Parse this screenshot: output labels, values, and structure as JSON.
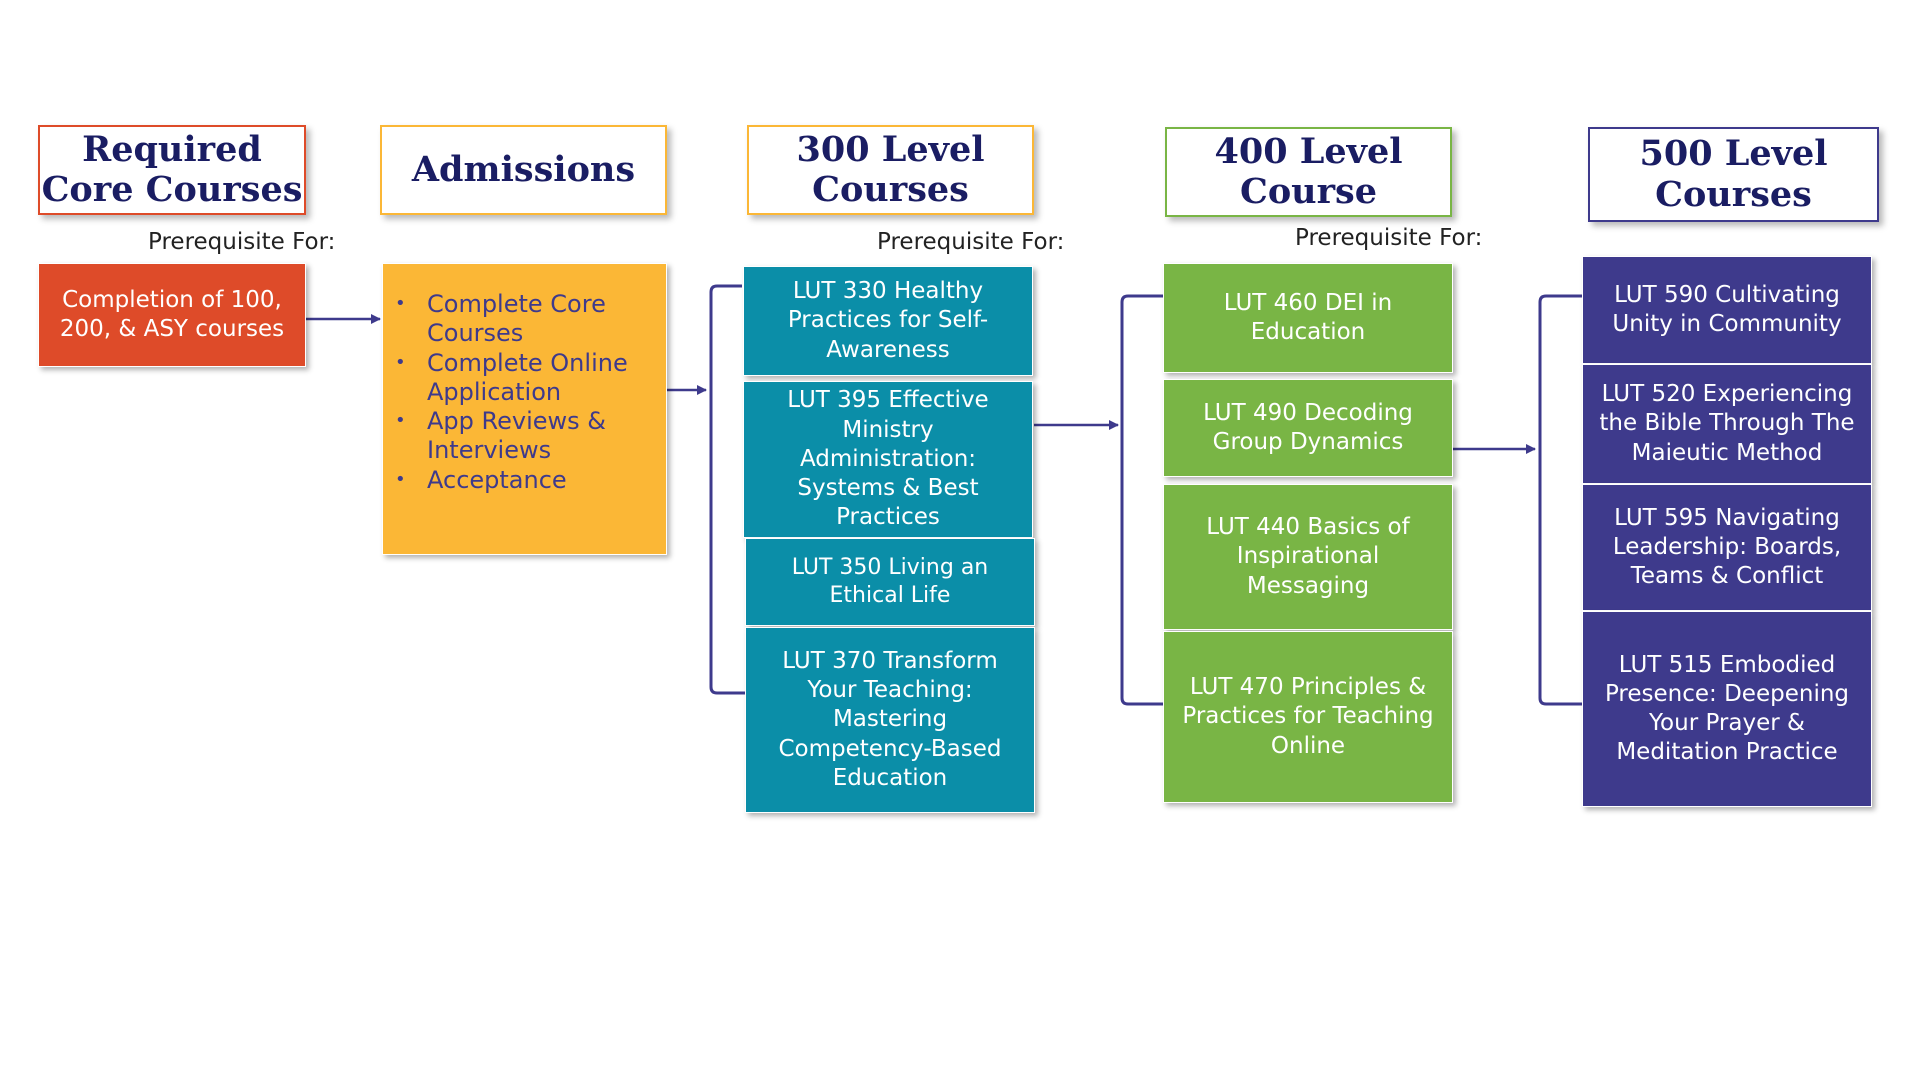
{
  "colors": {
    "required": "#de4b29",
    "admissions": "#fbb736",
    "level300": "#0b8ea8",
    "level400": "#79b545",
    "level500": "#3e3a8c",
    "heading_text": "#1a1d63",
    "connector": "#3e3a8c"
  },
  "headers": {
    "required_core": "Required Core Courses",
    "admissions": "Admissions",
    "level300": "300 Level Courses",
    "level400": "400 Level Course",
    "level500": "500 Level Courses"
  },
  "prereq_labels": {
    "required": "Prerequisite For:",
    "level300": "Prerequisite For:",
    "level400": "Prerequisite For:"
  },
  "required": {
    "text": "Completion of 100, 200, & ASY courses"
  },
  "admissions": {
    "steps": [
      "Complete Core Courses",
      "Complete Online Application",
      "App Reviews & Interviews",
      "Acceptance"
    ],
    "bullet": "•"
  },
  "courses300": [
    "LUT 330 Healthy Practices for Self-Awareness",
    "LUT 395 Effective Ministry Administration: Systems & Best Practices",
    "LUT 350 Living an Ethical Life",
    "LUT 370 Transform Your Teaching: Mastering Competency-Based Education"
  ],
  "courses400": [
    "LUT 460 DEI in Education",
    "LUT 490 Decoding Group Dynamics",
    "LUT 440 Basics of Inspirational Messaging",
    "LUT 470 Principles & Practices for Teaching Online"
  ],
  "courses500": [
    "LUT 590 Cultivating Unity in Community",
    "LUT 520 Experiencing the Bible Through The Maieutic Method",
    "LUT 595 Navigating Leadership: Boards, Teams & Conflict",
    "LUT 515 Embodied Presence: Deepening Your Prayer & Meditation Practice"
  ]
}
